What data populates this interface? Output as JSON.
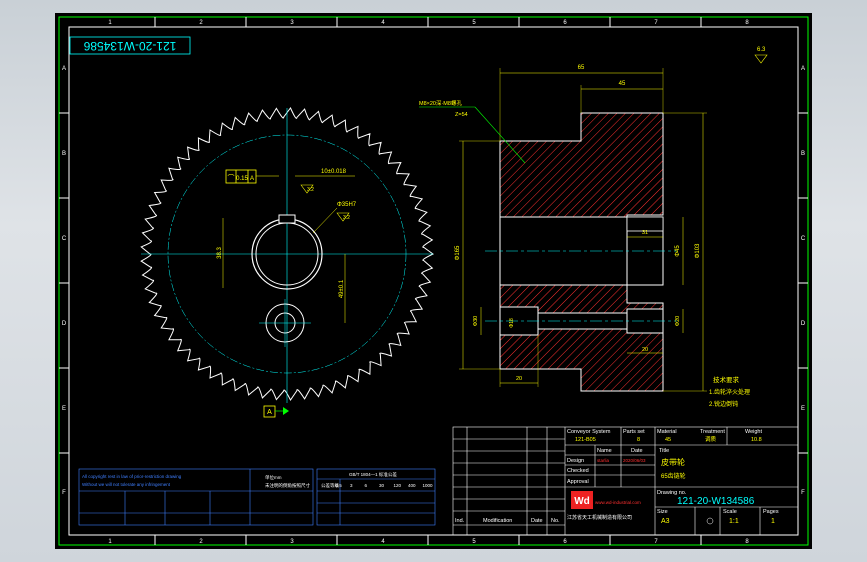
{
  "drawing_number_rotated": "121-20-W134586",
  "drawing_number": "121-20-W134586",
  "grid": {
    "top": [
      "1",
      "2",
      "3",
      "4",
      "5",
      "6",
      "7",
      "8"
    ],
    "side": [
      "A",
      "B",
      "C",
      "D",
      "E",
      "F"
    ]
  },
  "left_view": {
    "tol_frame_symbol": "⌒",
    "tol_frame_value": "0.15",
    "tol_frame_ref": "A",
    "dim_keyway_width": "10±0.018",
    "dim_keyway_depth": "38.3",
    "dim_bore": "Φ35H7",
    "dim_center_dist": "49±0.1",
    "surface_finish_1": "3.2",
    "surface_finish_2": "3.2",
    "datum_label": "A"
  },
  "right_view": {
    "thread_note_1": "M8×20深·M8螺孔",
    "thread_note_2": "Z=54",
    "dim_total_length": "65",
    "dim_hub_length": "45",
    "dim_outer_diameter": "Φ165",
    "dim_bore_diameter": "Φ45",
    "dim_hub_diameter": "Φ103",
    "dim_hole_left": "Φ30",
    "dim_hole_left_inner": "Φ18",
    "dim_hole_right": "Φ20",
    "dim_step_width": "20",
    "dim_bottom_right": "20",
    "dim_inner_small": "31",
    "roughness_corner": "6.3"
  },
  "tech_requirements": {
    "title": "技术要求",
    "item1": "1.齿轮淬火处理",
    "item2": "2.锐边倒钝"
  },
  "title_block": {
    "conveyor_label": "Conveyor System",
    "conveyor_value": "121-B05",
    "parts_label": "Parts set",
    "parts_value": "8",
    "material_label": "Material",
    "material_value": "45",
    "treatment_label": "Treatment",
    "treatment_value": "调质",
    "weight_label": "Weight",
    "weight_value": "10.8",
    "name_label": "Name",
    "date_label": "Date",
    "title_label": "Title",
    "part_title": "皮带轮",
    "part_subtitle": "65齿链轮",
    "design_label": "Design",
    "design_name": "starlia",
    "design_date": "2020/06/03",
    "checked_label": "Checked",
    "approval_label": "Approval",
    "drawing_label": "Drawing no.",
    "size_label": "Size",
    "size_value": "A3",
    "scale_label": "Scale",
    "scale_value": "1:1",
    "pages_label": "Pages",
    "pages_value": "1",
    "company_cn": "江苏省天工机械制造有限公司",
    "company_en": "www.wd-industrial.com",
    "logo_text": "Wd",
    "revision_ind": "Ind.",
    "revision_mod": "Modification",
    "revision_date": "Date",
    "revision_no": "No."
  },
  "left_notes": {
    "line1": "All copyright rest in law of prior-restriction drawing",
    "line2": "Without we will not tolerate any infringement",
    "unit_note": "单位mm",
    "unspecified_note": "未注明的倒角按照尺寸"
  },
  "tolerance_table": {
    "title": "GB/T 1804—1 标准公差",
    "header": [
      "公差等级",
      "0.5",
      "3",
      "6",
      "30",
      "120",
      "400",
      "1000"
    ]
  }
}
